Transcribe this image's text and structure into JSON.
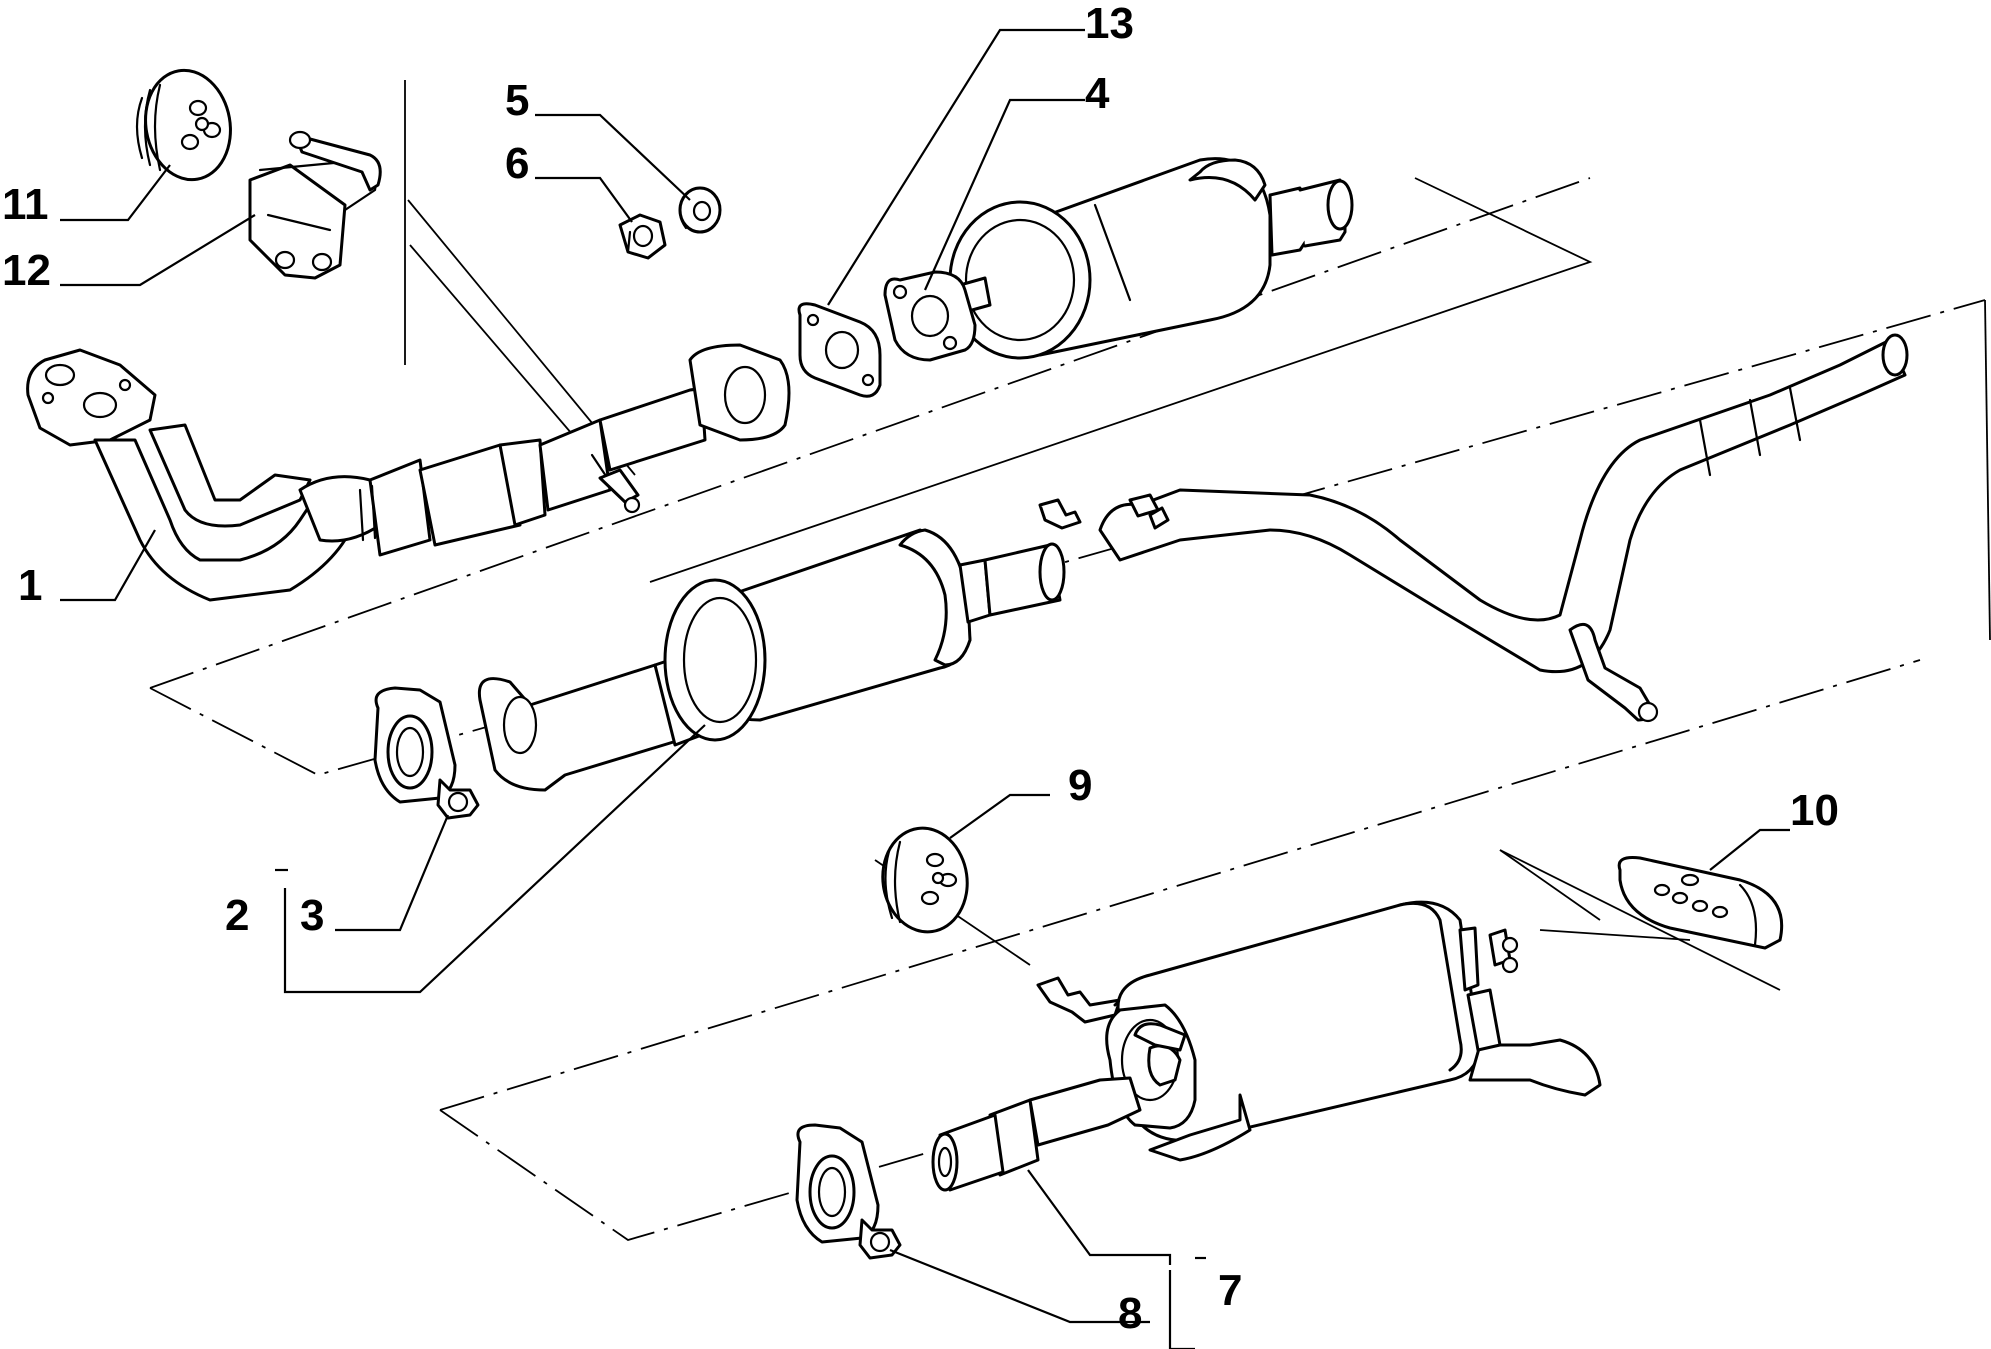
{
  "diagram": {
    "callouts": {
      "c1": "1",
      "c2": "2",
      "c3": "3",
      "c4": "4",
      "c5": "5",
      "c6": "6",
      "c7": "7",
      "c8": "8",
      "c9": "9",
      "c10": "10",
      "c11": "11",
      "c12": "12",
      "c13": "13"
    },
    "colors": {
      "ink": "#000000",
      "paper": "#ffffff"
    }
  }
}
